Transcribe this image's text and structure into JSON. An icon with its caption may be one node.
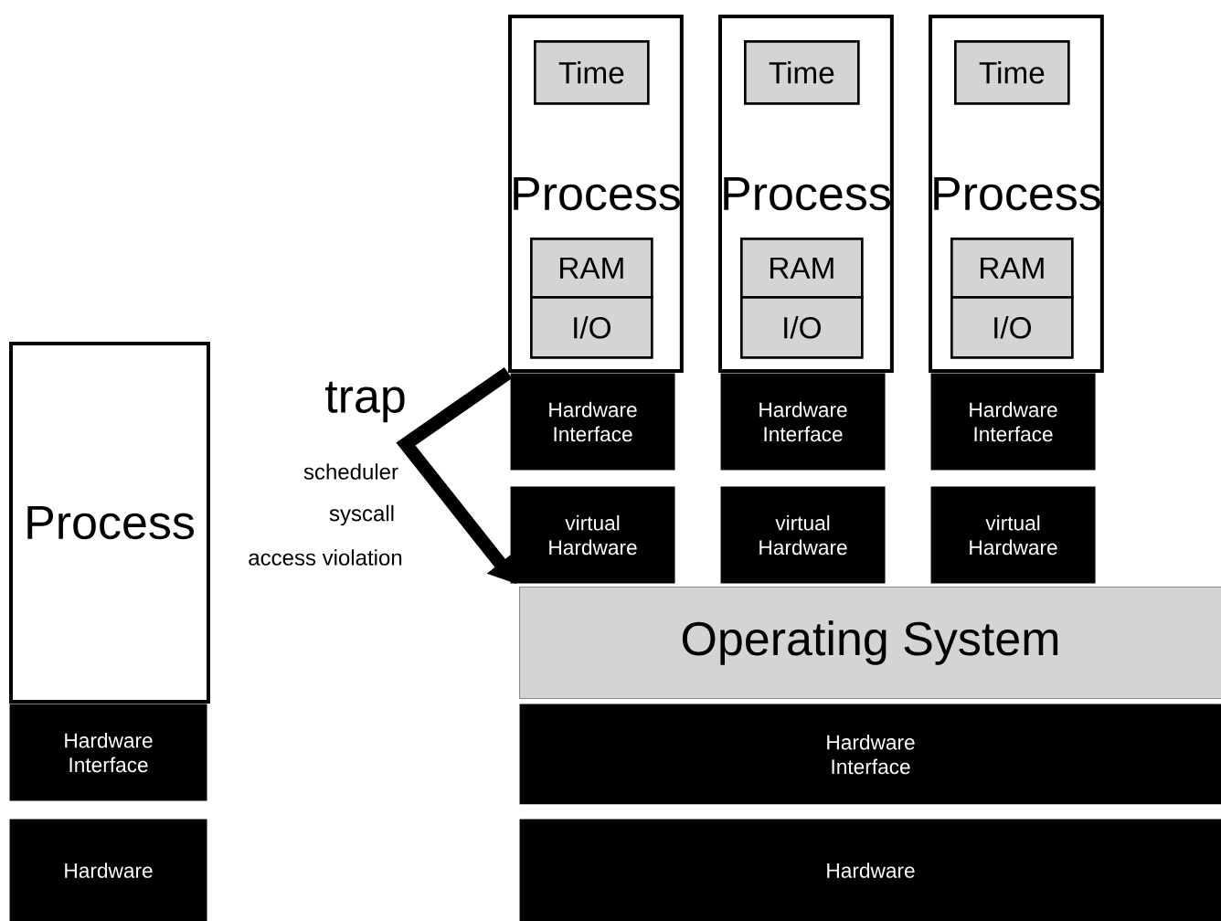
{
  "diagram": {
    "nodes": [
      {
        "text": [
          "Process"
        ]
      },
      {
        "text": [
          "Hardware Interface"
        ]
      },
      {
        "text": [
          "Hardware"
        ]
      },
      {
        "text": [
          "Process"
        ]
      },
      {
        "text": [
          "Time"
        ],
        "in": 3
      },
      {
        "text": [
          "RAM"
        ],
        "in": 3
      },
      {
        "text": [
          "I/O"
        ],
        "in": 3
      },
      {
        "text": [
          "Hardware Interface"
        ]
      },
      {
        "text": [
          "virtual Hardware"
        ]
      },
      {
        "text": [
          "Process"
        ]
      },
      {
        "text": [
          "Time"
        ],
        "in": 9
      },
      {
        "text": [
          "RAM"
        ],
        "in": 9
      },
      {
        "text": [
          "I/O"
        ],
        "in": 9
      },
      {
        "text": [
          "Hardware Interface"
        ]
      },
      {
        "text": [
          "virtual Hardware"
        ]
      },
      {
        "text": [
          "Process"
        ]
      },
      {
        "text": [
          "Time"
        ],
        "in": 15
      },
      {
        "text": [
          "RAM"
        ],
        "in": 15
      },
      {
        "text": [
          "I/O"
        ],
        "in": 15
      },
      {
        "text": [
          "Hardware Interface"
        ]
      },
      {
        "text": [
          "virtual Hardware"
        ]
      },
      {
        "text": [
          "Operating System"
        ]
      },
      {
        "text": [
          "Hardware Interface"
        ]
      },
      {
        "text": [
          "Hardware"
        ]
      }
    ],
    "edges": [
      {
        "from": 3,
        "to": 21,
        "arrow": "to"
      }
    ],
    "labels": [
      "trap",
      "scheduler",
      "syscall",
      "access violation"
    ]
  }
}
